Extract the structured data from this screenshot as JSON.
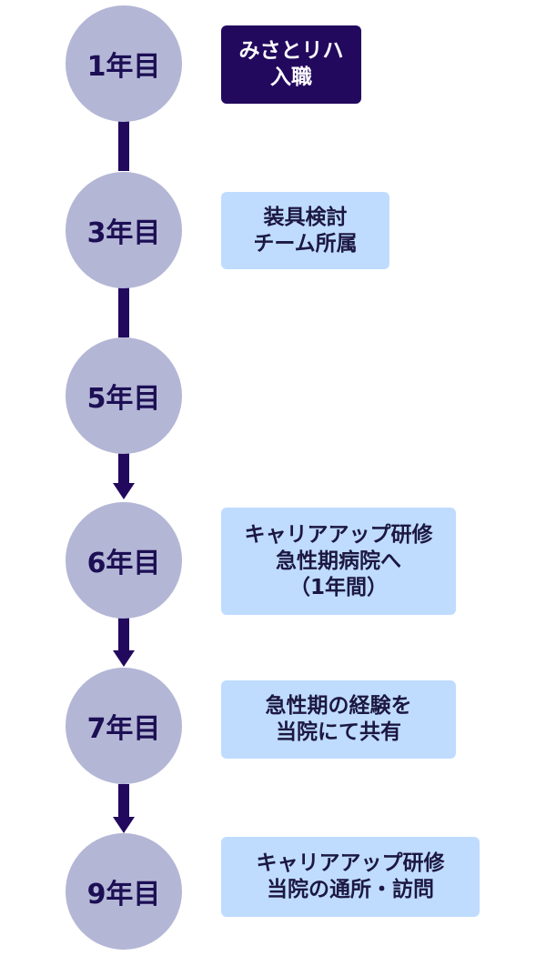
{
  "colors": {
    "circle_fill": "#b4b6d6",
    "circle_text": "#1c0f54",
    "connector": "#22095e",
    "box_light": "#bfdcff",
    "box_dark": "#22095e"
  },
  "milestones": [
    {
      "year": "1年目",
      "box": {
        "lines": [
          "みさとリハ",
          "入職"
        ],
        "style": "dark"
      }
    },
    {
      "year": "3年目",
      "box": {
        "lines": [
          "装具検討",
          "チーム所属"
        ],
        "style": "light"
      }
    },
    {
      "year": "5年目",
      "box": null
    },
    {
      "year": "6年目",
      "box": {
        "lines": [
          "キャリアアップ研修",
          "急性期病院へ",
          "（1年間）"
        ],
        "style": "light"
      }
    },
    {
      "year": "7年目",
      "box": {
        "lines": [
          "急性期の経験を",
          "当院にて共有"
        ],
        "style": "light"
      }
    },
    {
      "year": "9年目",
      "box": {
        "lines": [
          "キャリアアップ研修",
          "当院の通所・訪問"
        ],
        "style": "light"
      }
    }
  ]
}
